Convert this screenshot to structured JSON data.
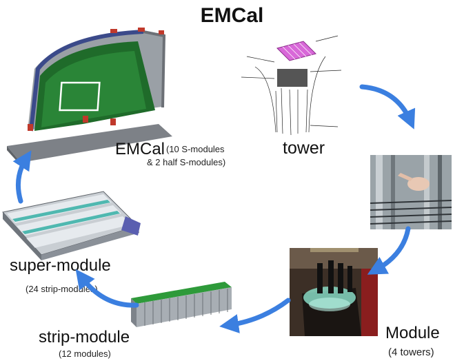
{
  "title": "EMCal",
  "nodes": {
    "emcal": {
      "label": "EMCal",
      "detail_1": "(10 S-modules",
      "detail_2": "& 2 half S-modules)"
    },
    "tower": {
      "label": "tower"
    },
    "module": {
      "label": "Module",
      "detail": "(4 towers)"
    },
    "strip_module": {
      "label": "strip-module",
      "detail": "(12 modules)"
    },
    "super_module": {
      "label": "super-module",
      "detail": "(24 strip-modules)"
    }
  },
  "colors": {
    "arrow": "#3b7fe0",
    "emcal_green": "#1f6b2a",
    "frame_gray": "#8a8f96",
    "tower_magenta": "#cc44cc",
    "module_glow": "#8fe6d0",
    "strip_green": "#2e9a3a",
    "super_teal": "#4fb8b0"
  }
}
